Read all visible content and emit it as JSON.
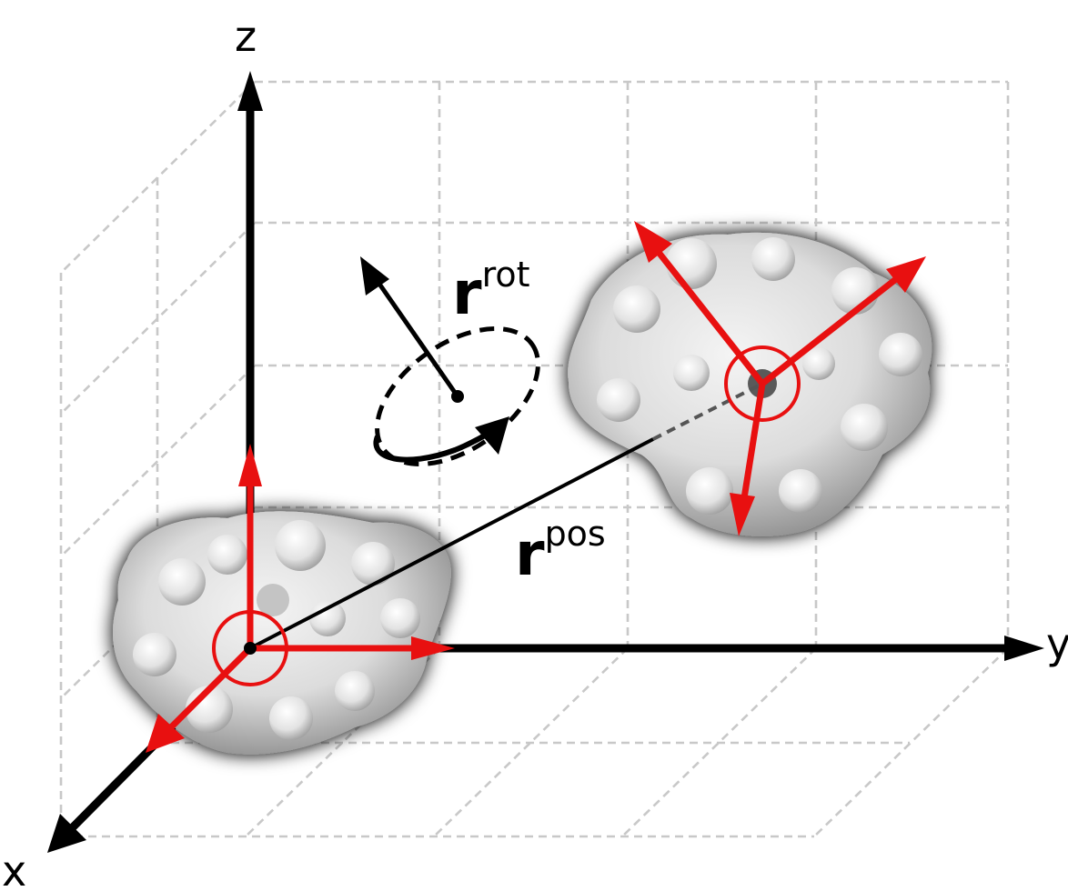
{
  "axes": {
    "x_label": "x",
    "y_label": "y",
    "z_label": "z"
  },
  "labels": {
    "rot_main": "r",
    "rot_sup": "rot",
    "pos_main": "r",
    "pos_sup": "pos"
  },
  "colors": {
    "axis": "#000000",
    "grid": "#c8c8c8",
    "frame_arrow": "#e81010",
    "marker_circle": "#e81010",
    "molecule": "#d8d8d8"
  }
}
